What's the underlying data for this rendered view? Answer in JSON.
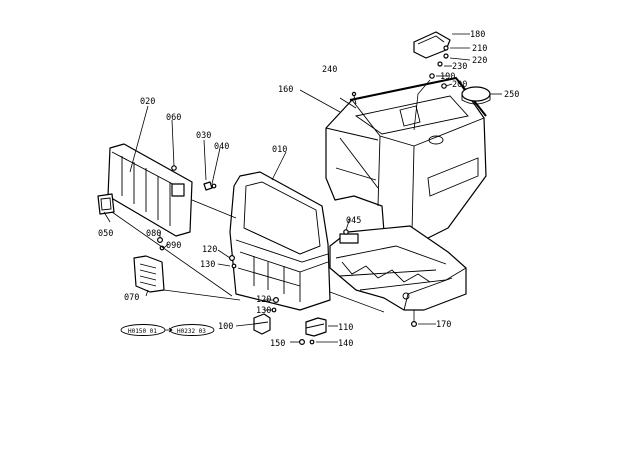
{
  "callouts": {
    "c010": "010",
    "c020": "020",
    "c030": "030",
    "c040": "040",
    "c045": "045",
    "c050": "050",
    "c060": "060",
    "c070": "070",
    "c080": "080",
    "c090": "090",
    "c100": "100",
    "c110": "110",
    "c120a": "120",
    "c120b": "120",
    "c130a": "130",
    "c130b": "130",
    "c140": "140",
    "c150": "150",
    "c160": "160",
    "c170": "170",
    "c180": "180",
    "c190": "190",
    "c200": "200",
    "c210": "210",
    "c220": "220",
    "c230": "230",
    "c240": "240",
    "c250": "250"
  },
  "serial_range": {
    "from": "H0150 01",
    "to": "H0232 03"
  }
}
